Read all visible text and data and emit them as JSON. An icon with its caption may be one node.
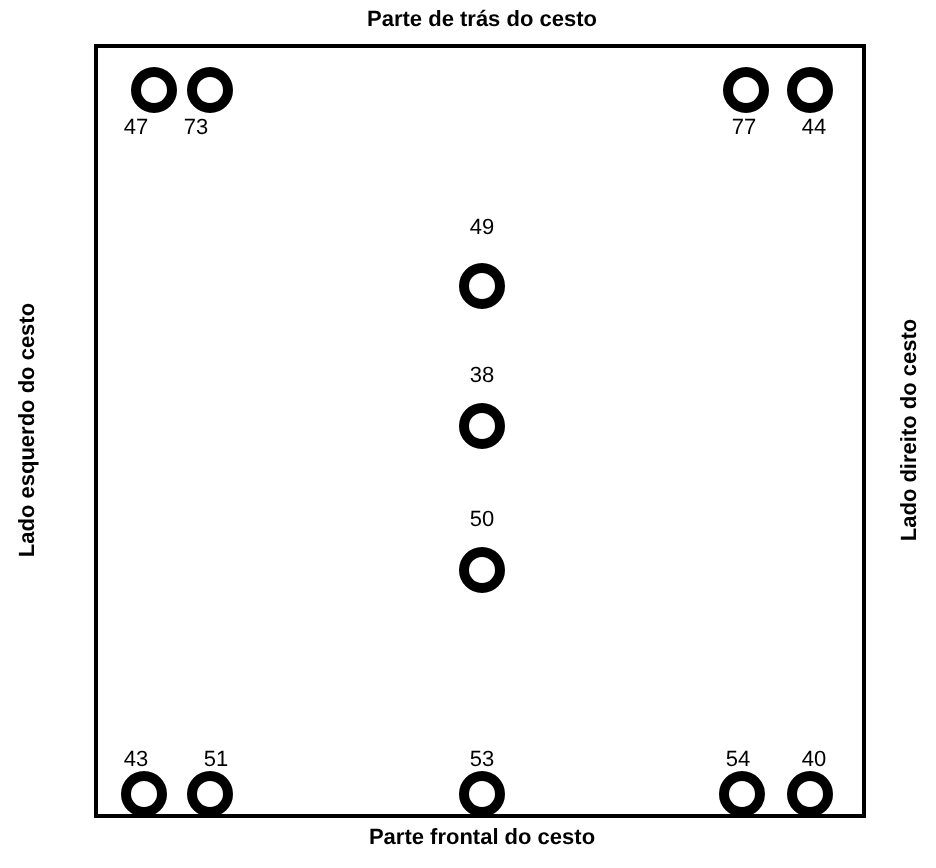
{
  "diagram": {
    "labels": [
      "Parte de trás do cesto",
      "47",
      "73",
      "77",
      "44",
      "49",
      "38",
      "Lado esquerdo do cesto",
      "Lado direito do cesto",
      "50",
      "43",
      "51",
      "53",
      "54",
      "40",
      "Parte frontal do cesto"
    ]
  }
}
